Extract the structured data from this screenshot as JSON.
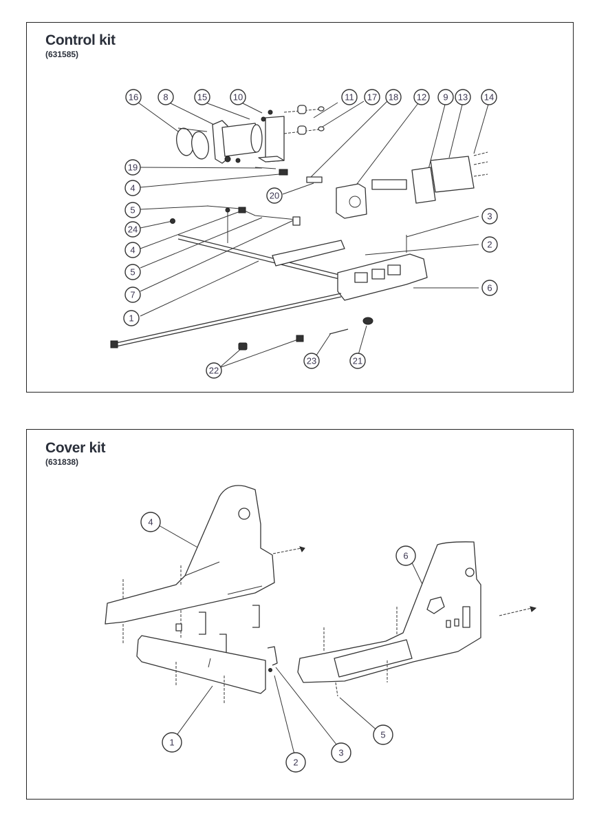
{
  "control_kit": {
    "title": "Control kit",
    "part_number": "(631585)",
    "callouts": [
      {
        "id": "16",
        "label": "16"
      },
      {
        "id": "8",
        "label": "8"
      },
      {
        "id": "15",
        "label": "15"
      },
      {
        "id": "10",
        "label": "10"
      },
      {
        "id": "11",
        "label": "11"
      },
      {
        "id": "17",
        "label": "17"
      },
      {
        "id": "18",
        "label": "18"
      },
      {
        "id": "12",
        "label": "12"
      },
      {
        "id": "9",
        "label": "9"
      },
      {
        "id": "13",
        "label": "13"
      },
      {
        "id": "14",
        "label": "14"
      },
      {
        "id": "19",
        "label": "19"
      },
      {
        "id": "4a",
        "label": "4"
      },
      {
        "id": "20",
        "label": "20"
      },
      {
        "id": "5a",
        "label": "5"
      },
      {
        "id": "24",
        "label": "24"
      },
      {
        "id": "4b",
        "label": "4"
      },
      {
        "id": "5b",
        "label": "5"
      },
      {
        "id": "7",
        "label": "7"
      },
      {
        "id": "1",
        "label": "1"
      },
      {
        "id": "3",
        "label": "3"
      },
      {
        "id": "2",
        "label": "2"
      },
      {
        "id": "6",
        "label": "6"
      },
      {
        "id": "22",
        "label": "22"
      },
      {
        "id": "23",
        "label": "23"
      },
      {
        "id": "21",
        "label": "21"
      }
    ]
  },
  "cover_kit": {
    "title": "Cover kit",
    "part_number": "(631838)",
    "callouts": [
      {
        "id": "4",
        "label": "4"
      },
      {
        "id": "6",
        "label": "6"
      },
      {
        "id": "1",
        "label": "1"
      },
      {
        "id": "2",
        "label": "2"
      },
      {
        "id": "3",
        "label": "3"
      },
      {
        "id": "5",
        "label": "5"
      }
    ]
  }
}
